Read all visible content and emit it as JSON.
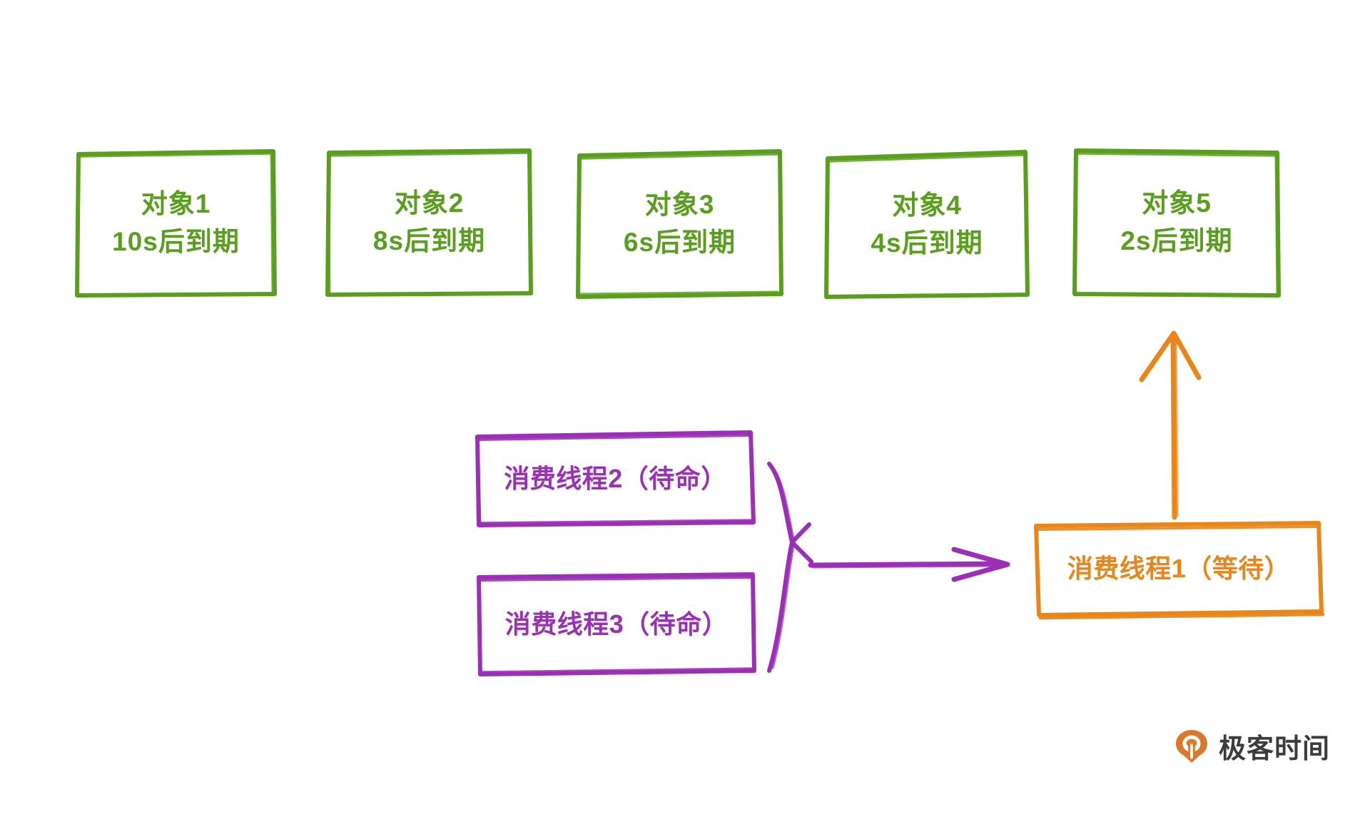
{
  "diagram": {
    "title": "DelayQueue consumer thread diagram",
    "colors": {
      "green": "#5a9e1e",
      "purple": "#9b2fb5",
      "orange": "#e8861a",
      "background": "#ffffff",
      "brand_text": "#3c3c3c",
      "brand_mark": "#d97a2b"
    },
    "objects": [
      {
        "name": "对象1",
        "expiry": "10s后到期"
      },
      {
        "name": "对象2",
        "expiry": "8s后到期"
      },
      {
        "name": "对象3",
        "expiry": "6s后到期"
      },
      {
        "name": "对象4",
        "expiry": "4s后到期"
      },
      {
        "name": "对象5",
        "expiry": "2s后到期"
      }
    ],
    "waiting_threads": [
      {
        "label": "消费线程2（待命）"
      },
      {
        "label": "消费线程3（待命）"
      }
    ],
    "active_thread": {
      "label": "消费线程1（等待）"
    },
    "connectors": [
      {
        "name": "brace-grouping-standby-threads",
        "kind": "curly-brace",
        "color": "#9b2fb5"
      },
      {
        "name": "arrow-standby-to-active",
        "kind": "arrow-right",
        "color": "#9b2fb5"
      },
      {
        "name": "arrow-active-thread-to-object5",
        "kind": "arrow-up",
        "color": "#e8861a"
      }
    ]
  },
  "brand": {
    "name": "极客时间",
    "mark": "geektime-logo-icon"
  }
}
